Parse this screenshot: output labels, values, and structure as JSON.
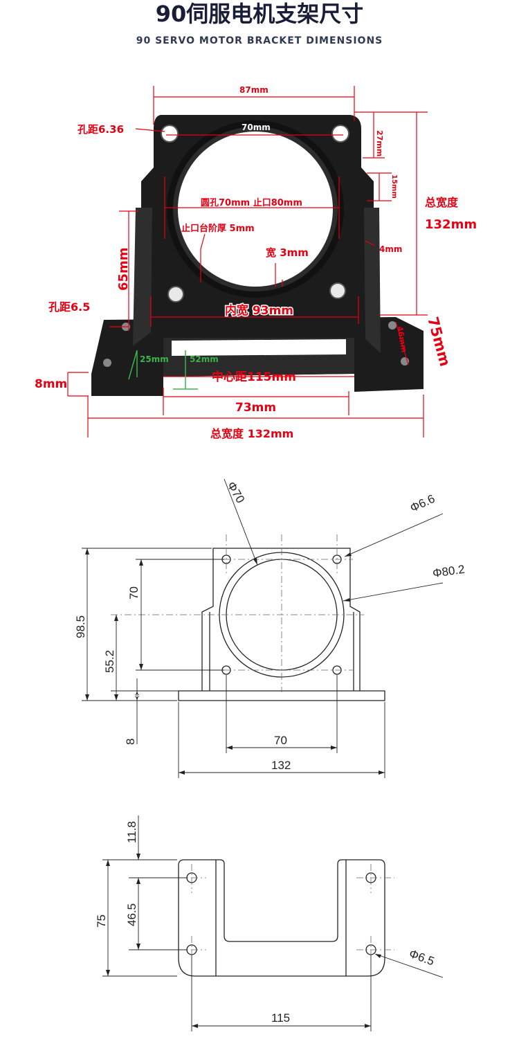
{
  "header": {
    "title": "90伺服电机支架尺寸",
    "subtitle": "90 SERVO MOTOR BRACKET DIMENSIONS"
  },
  "photo_labels": {
    "top_width": "87mm",
    "hole_spacing_top": "70mm",
    "hole_pitch_top": "孔距6.36",
    "height_27": "27mm",
    "height_15": "15mm",
    "total_width_right_label": "总宽度",
    "total_width_right_value": "132mm",
    "bore": "圆孔70mm  止口80mm",
    "spigot_step": "止口台阶厚  5mm",
    "width_3": "宽  3mm",
    "thickness_4": "4mm",
    "height_65": "65mm",
    "hole_pitch_bottom": "孔距6.5",
    "inner_width": "内宽  93mm",
    "depth_75": "75mm",
    "depth_46": "46mm",
    "dim_25": "25mm",
    "dim_52": "52mm",
    "base_8": "8mm",
    "center_distance": "中心距115mm",
    "inner_73": "73mm",
    "total_width_bottom": "总宽度  132mm"
  },
  "front_view": {
    "bore_dia": "Φ70",
    "hole_dia": "Φ6.6",
    "spigot_dia": "Φ80.2",
    "height_total": "98.5",
    "hole_spacing_v": "70",
    "center_height": "55.2",
    "base_thickness": "8",
    "hole_spacing_h": "70",
    "width_total": "132"
  },
  "base_view": {
    "edge_offset": "11.8",
    "depth_total": "75",
    "hole_spacing": "46.5",
    "hole_dia": "Φ6.5",
    "center_distance": "115"
  },
  "colors": {
    "title": "#1a1d38",
    "label_red": "#e50012",
    "label_green": "#3ab54a",
    "metal": "#1c1c1c"
  }
}
